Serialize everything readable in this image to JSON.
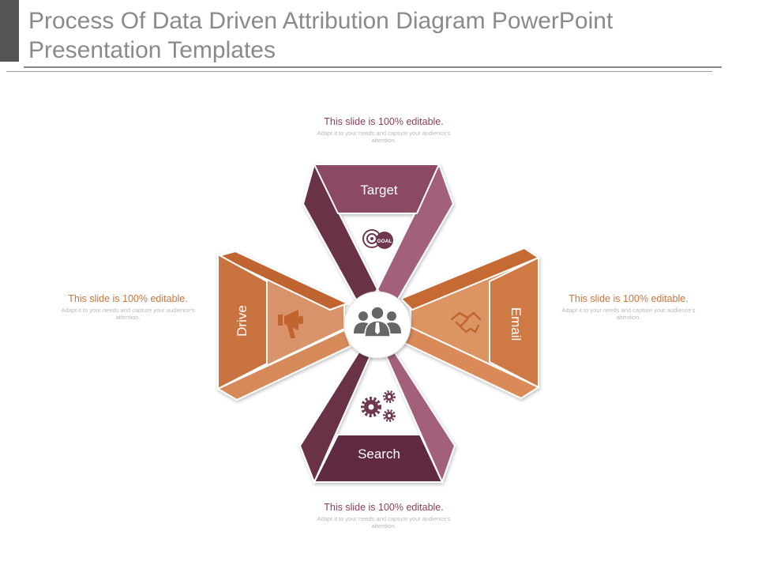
{
  "slide": {
    "title": "Process Of Data Driven Attribution Diagram PowerPoint Presentation Templates"
  },
  "diagram": {
    "segments": {
      "target": {
        "label": "Target",
        "icon": "goal-target-icon",
        "color": "#8c4a63"
      },
      "search": {
        "label": "Search",
        "icon": "gears-icon",
        "color": "#5e2c42"
      },
      "drive": {
        "label": "Drive",
        "icon": "megaphone-icon",
        "color": "#c7713a"
      },
      "email": {
        "label": "Email",
        "icon": "handshake-icon",
        "color": "#d17d45"
      }
    },
    "center_icon": "team-icon",
    "goal_badge_text": "GOAL"
  },
  "callouts": {
    "top": {
      "heading": "This slide is 100% editable.",
      "body": "Adapt it to your needs and capture your audience's attention."
    },
    "left": {
      "heading": "This slide is 100% editable.",
      "body": "Adapt it to your needs and capture your audience's attention."
    },
    "right": {
      "heading": "This slide is 100% editable.",
      "body": "Adapt it to your needs and capture your audience's attention."
    },
    "bottom": {
      "heading": "This slide is 100% editable.",
      "body": "Adapt it to your needs and capture your audience's attention."
    }
  }
}
